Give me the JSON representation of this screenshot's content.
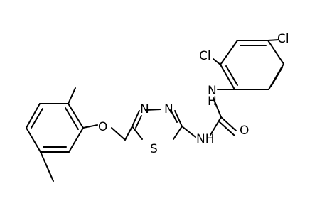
{
  "molecule": {
    "atoms": {
      "cl_top": "Cl",
      "cl_ortho": "Cl",
      "nh_urea_top": "N",
      "h_urea_top": "H",
      "o_carbonyl": "O",
      "nh_urea_bottom": "NH",
      "n3_ring": "N",
      "n4_ring": "N",
      "s_ring": "S",
      "o_ether": "O"
    },
    "colors": {
      "bond": "#000000",
      "label": "#000000",
      "background": "#ffffff"
    }
  }
}
